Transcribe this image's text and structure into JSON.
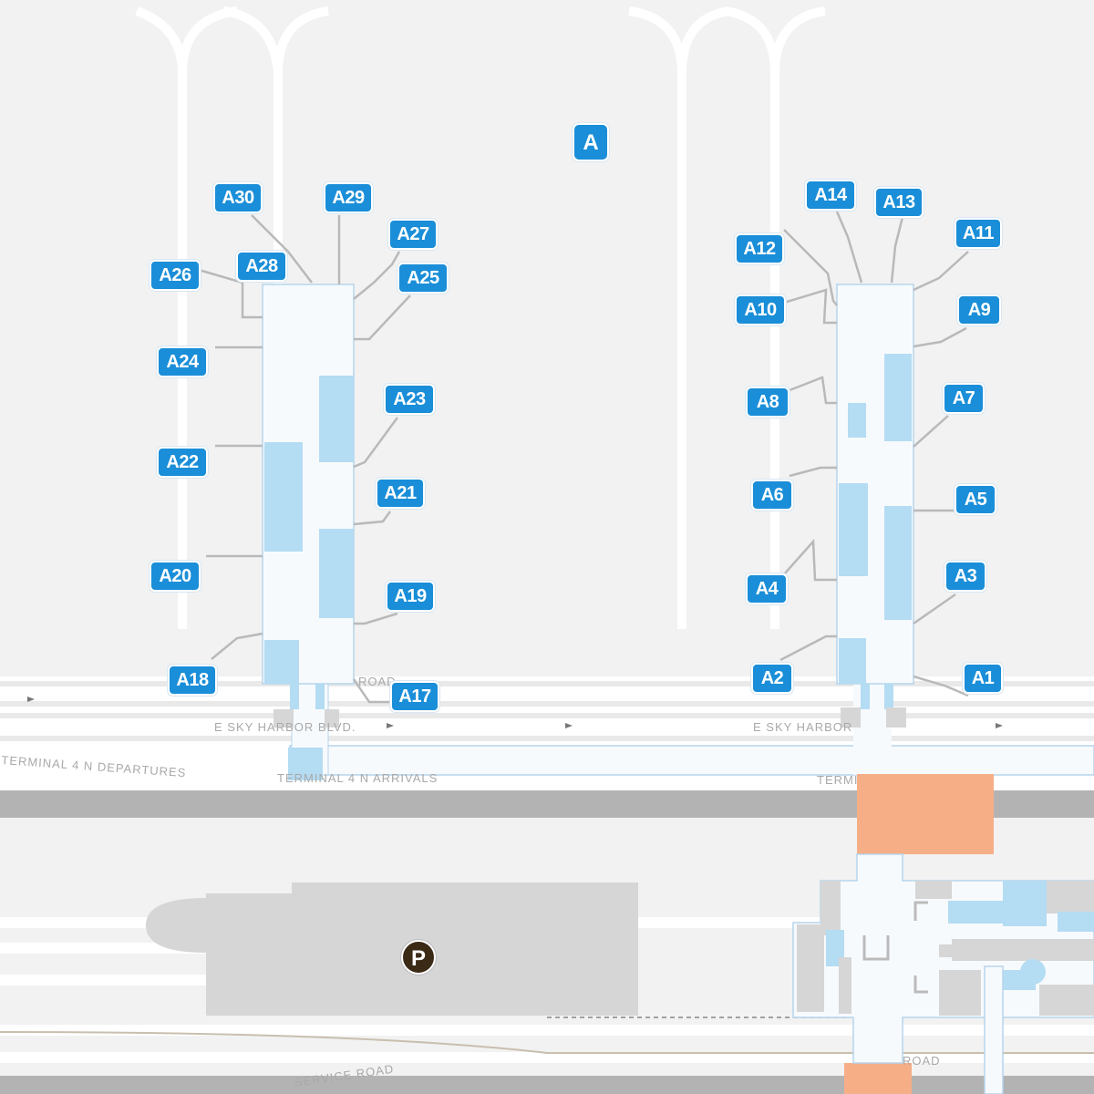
{
  "terminal": {
    "label": "A"
  },
  "gates": {
    "A1": "A1",
    "A2": "A2",
    "A3": "A3",
    "A4": "A4",
    "A5": "A5",
    "A6": "A6",
    "A7": "A7",
    "A8": "A8",
    "A9": "A9",
    "A10": "A10",
    "A11": "A11",
    "A12": "A12",
    "A13": "A13",
    "A14": "A14",
    "A17": "A17",
    "A18": "A18",
    "A19": "A19",
    "A20": "A20",
    "A21": "A21",
    "A22": "A22",
    "A23": "A23",
    "A24": "A24",
    "A25": "A25",
    "A26": "A26",
    "A27": "A27",
    "A28": "A28",
    "A29": "A29",
    "A30": "A30"
  },
  "parking": {
    "label": "P"
  },
  "roads": {
    "e_sky_harbor_left": "E SKY HARBOR BLVD.",
    "e_sky_harbor_right": "E SKY HARBOR",
    "t4n_departures": "TERMINAL 4 N DEPARTURES",
    "t4n_arrivals": "TERMINAL 4 N ARRIVALS",
    "road_left": "ROAD",
    "service_road": "SERVICE ROAD",
    "road_bottom": "ROAD",
    "termi": "TERMI"
  },
  "colors": {
    "gate_badge": "#1a8ed8",
    "apron": "#f2f2f2",
    "concourse": "#f7fafd",
    "holdroom": "#b4dcf3",
    "building": "#d6d6d6",
    "orange_area": "#f6ae87",
    "road_band": "#b3b3b3",
    "parking_icon": "#3a2a16"
  }
}
